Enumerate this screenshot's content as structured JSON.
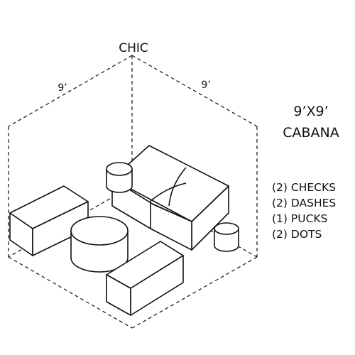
{
  "diagram": {
    "brand": "CHIC",
    "dim_left": "9’",
    "dim_right": "9’",
    "title_line1": "9’X9’",
    "title_line2": "CABANA",
    "items": [
      "(2) CHECKS",
      "(2) DASHES",
      "(1) PUCKS",
      "(2) DOTS"
    ],
    "colors": {
      "ink": "#111111",
      "background": "#ffffff"
    }
  }
}
